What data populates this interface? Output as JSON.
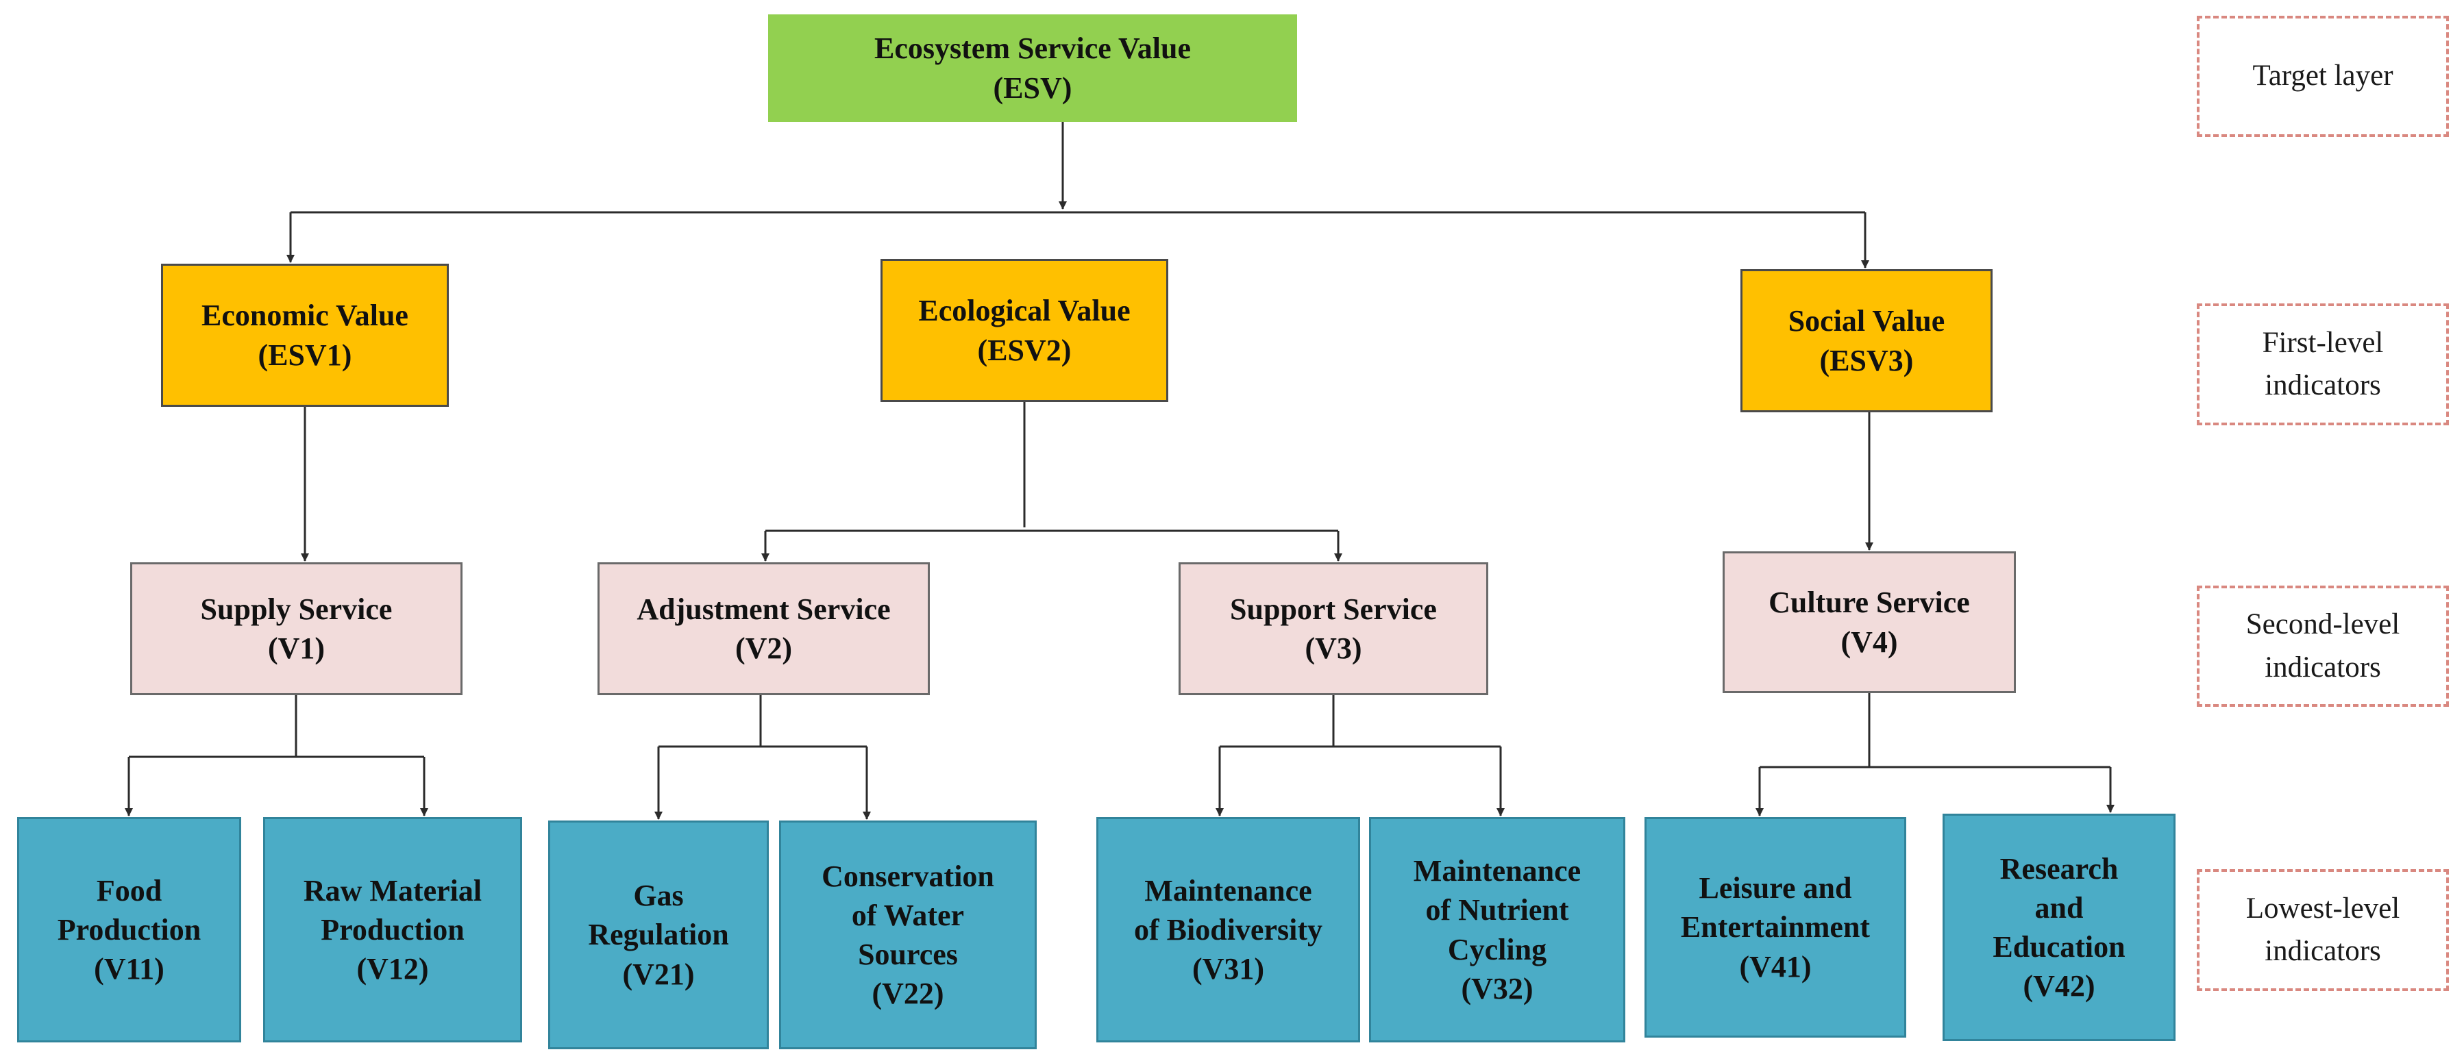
{
  "colors": {
    "target_fill": "#92d050",
    "first_level_fill": "#ffc000",
    "second_level_fill": "#f2dcdb",
    "lowest_level_fill": "#4bacc6",
    "layer_label_border": "#d98880",
    "connector": "#2b2b2b"
  },
  "layers": {
    "target": [
      "Target layer"
    ],
    "first": [
      "First-level",
      "indicators"
    ],
    "second": [
      "Second-level",
      "indicators"
    ],
    "lowest": [
      "Lowest-level",
      "indicators"
    ]
  },
  "target": {
    "lines": [
      "Ecosystem Service Value",
      "(ESV)"
    ]
  },
  "first_level": [
    {
      "lines": [
        "Economic Value",
        "(ESV1)"
      ]
    },
    {
      "lines": [
        "Ecological Value",
        "(ESV2)"
      ]
    },
    {
      "lines": [
        "Social Value",
        "(ESV3)"
      ]
    }
  ],
  "second_level": [
    {
      "lines": [
        "Supply Service",
        "(V1)"
      ]
    },
    {
      "lines": [
        "Adjustment Service",
        "(V2)"
      ]
    },
    {
      "lines": [
        "Support Service",
        "(V3)"
      ]
    },
    {
      "lines": [
        "Culture Service",
        "(V4)"
      ]
    }
  ],
  "lowest_level": [
    {
      "lines": [
        "Food",
        "Production",
        "(V11)"
      ]
    },
    {
      "lines": [
        "Raw Material",
        "Production",
        "(V12)"
      ]
    },
    {
      "lines": [
        "Gas",
        "Regulation",
        "(V21)"
      ]
    },
    {
      "lines": [
        "Conservation",
        "of Water",
        "Sources",
        "(V22)"
      ]
    },
    {
      "lines": [
        "Maintenance",
        "of Biodiversity",
        "(V31)"
      ]
    },
    {
      "lines": [
        "Maintenance",
        "of Nutrient",
        "Cycling",
        "(V32)"
      ]
    },
    {
      "lines": [
        "Leisure and",
        "Entertainment",
        "(V41)"
      ]
    },
    {
      "lines": [
        "Research",
        "and",
        "Education",
        "(V42)"
      ]
    }
  ]
}
